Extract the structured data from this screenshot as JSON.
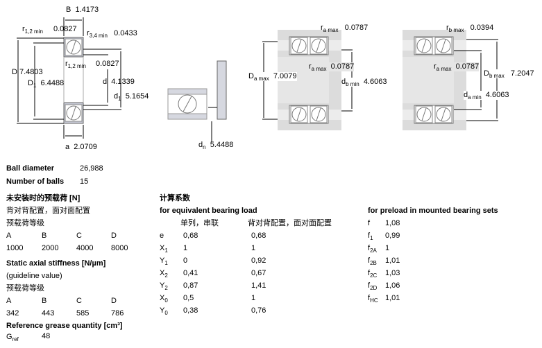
{
  "drawing1": {
    "B": {
      "sym": "B",
      "val": "1.4173"
    },
    "r12_top": {
      "sym": "r",
      "sub": "1,2 min",
      "val": "0.0827"
    },
    "r34": {
      "sym": "r",
      "sub": "3,4 min",
      "val": "0.0433"
    },
    "r12_mid": {
      "sym": "r",
      "sub": "1,2 min",
      "val": "0.0827"
    },
    "D": {
      "sym": "D",
      "val": "7.4803"
    },
    "D1": {
      "sym": "D",
      "sub": "1",
      "val": "6.4488"
    },
    "d": {
      "sym": "d",
      "val": "4.1339"
    },
    "d1": {
      "sym": "d",
      "sub": "1",
      "val": "5.1654"
    },
    "a": {
      "sym": "a",
      "val": "2.0709"
    }
  },
  "drawing2": {
    "dn": {
      "sym": "d",
      "sub": "n",
      "val": "5.4488"
    }
  },
  "drawing3": {
    "ra_top": {
      "sym": "r",
      "sub": "a max",
      "val": "0.0787"
    },
    "ra_mid": {
      "sym": "r",
      "sub": "a max",
      "val": "0.0787"
    },
    "Da": {
      "sym": "D",
      "sub": "a max",
      "val": "7.0079"
    },
    "db": {
      "sym": "d",
      "sub": "b min",
      "val": "4.6063"
    }
  },
  "drawing4": {
    "rb": {
      "sym": "r",
      "sub": "b max",
      "val": "0.0394"
    },
    "ra_mid": {
      "sym": "r",
      "sub": "a max",
      "val": "0.0787"
    },
    "Db": {
      "sym": "D",
      "sub": "b max",
      "val": "7.2047"
    },
    "da": {
      "sym": "d",
      "sub": "a min",
      "val": "4.6063"
    }
  },
  "left": {
    "ball_diameter_label": "Ball diameter",
    "ball_diameter": "26,988",
    "number_of_balls_label": "Number of balls",
    "number_of_balls": "15",
    "preload_title": "未安装时的预载荷 [N]",
    "preload_arrangement": "背对背配置，面对面配置",
    "preload_class_label": "预载荷等级",
    "preload_classes": [
      "A",
      "B",
      "C",
      "D"
    ],
    "preload_values": [
      "1000",
      "2000",
      "4000",
      "8000"
    ],
    "stiffness_title": "Static axial stiffness [N/µm]",
    "stiffness_note": "(guideline value)",
    "stiffness_class_label": "预载荷等级",
    "stiffness_classes": [
      "A",
      "B",
      "C",
      "D"
    ],
    "stiffness_values": [
      "342",
      "443",
      "585",
      "786"
    ],
    "grease_title": "Reference grease quantity [cm³]",
    "grease_sym": "G",
    "grease_sub": "ref",
    "grease_value": "48"
  },
  "middle": {
    "title": "计算系数",
    "subtitle": "for equivalent bearing load",
    "col1": "单列，串联",
    "col2": "背对背配置，面对面配置",
    "rows": [
      {
        "sym": "e",
        "sub": "",
        "v1": "0,68",
        "v2": "0,68"
      },
      {
        "sym": "X",
        "sub": "1",
        "v1": "1",
        "v2": "1"
      },
      {
        "sym": "Y",
        "sub": "1",
        "v1": "0",
        "v2": "0,92"
      },
      {
        "sym": "X",
        "sub": "2",
        "v1": "0,41",
        "v2": "0,67"
      },
      {
        "sym": "Y",
        "sub": "2",
        "v1": "0,87",
        "v2": "1,41"
      },
      {
        "sym": "X",
        "sub": "0",
        "v1": "0,5",
        "v2": "1"
      },
      {
        "sym": "Y",
        "sub": "0",
        "v1": "0,38",
        "v2": "0,76"
      }
    ]
  },
  "right": {
    "title": "for preload in mounted bearing sets",
    "rows": [
      {
        "sym": "f",
        "sub": "",
        "v": "1,08"
      },
      {
        "sym": "f",
        "sub": "1",
        "v": "0,99"
      },
      {
        "sym": "f",
        "sub": "2A",
        "v": "1"
      },
      {
        "sym": "f",
        "sub": "2B",
        "v": "1,01"
      },
      {
        "sym": "f",
        "sub": "2C",
        "v": "1,03"
      },
      {
        "sym": "f",
        "sub": "2D",
        "v": "1,06"
      },
      {
        "sym": "f",
        "sub": "HC",
        "v": "1,01"
      }
    ]
  }
}
